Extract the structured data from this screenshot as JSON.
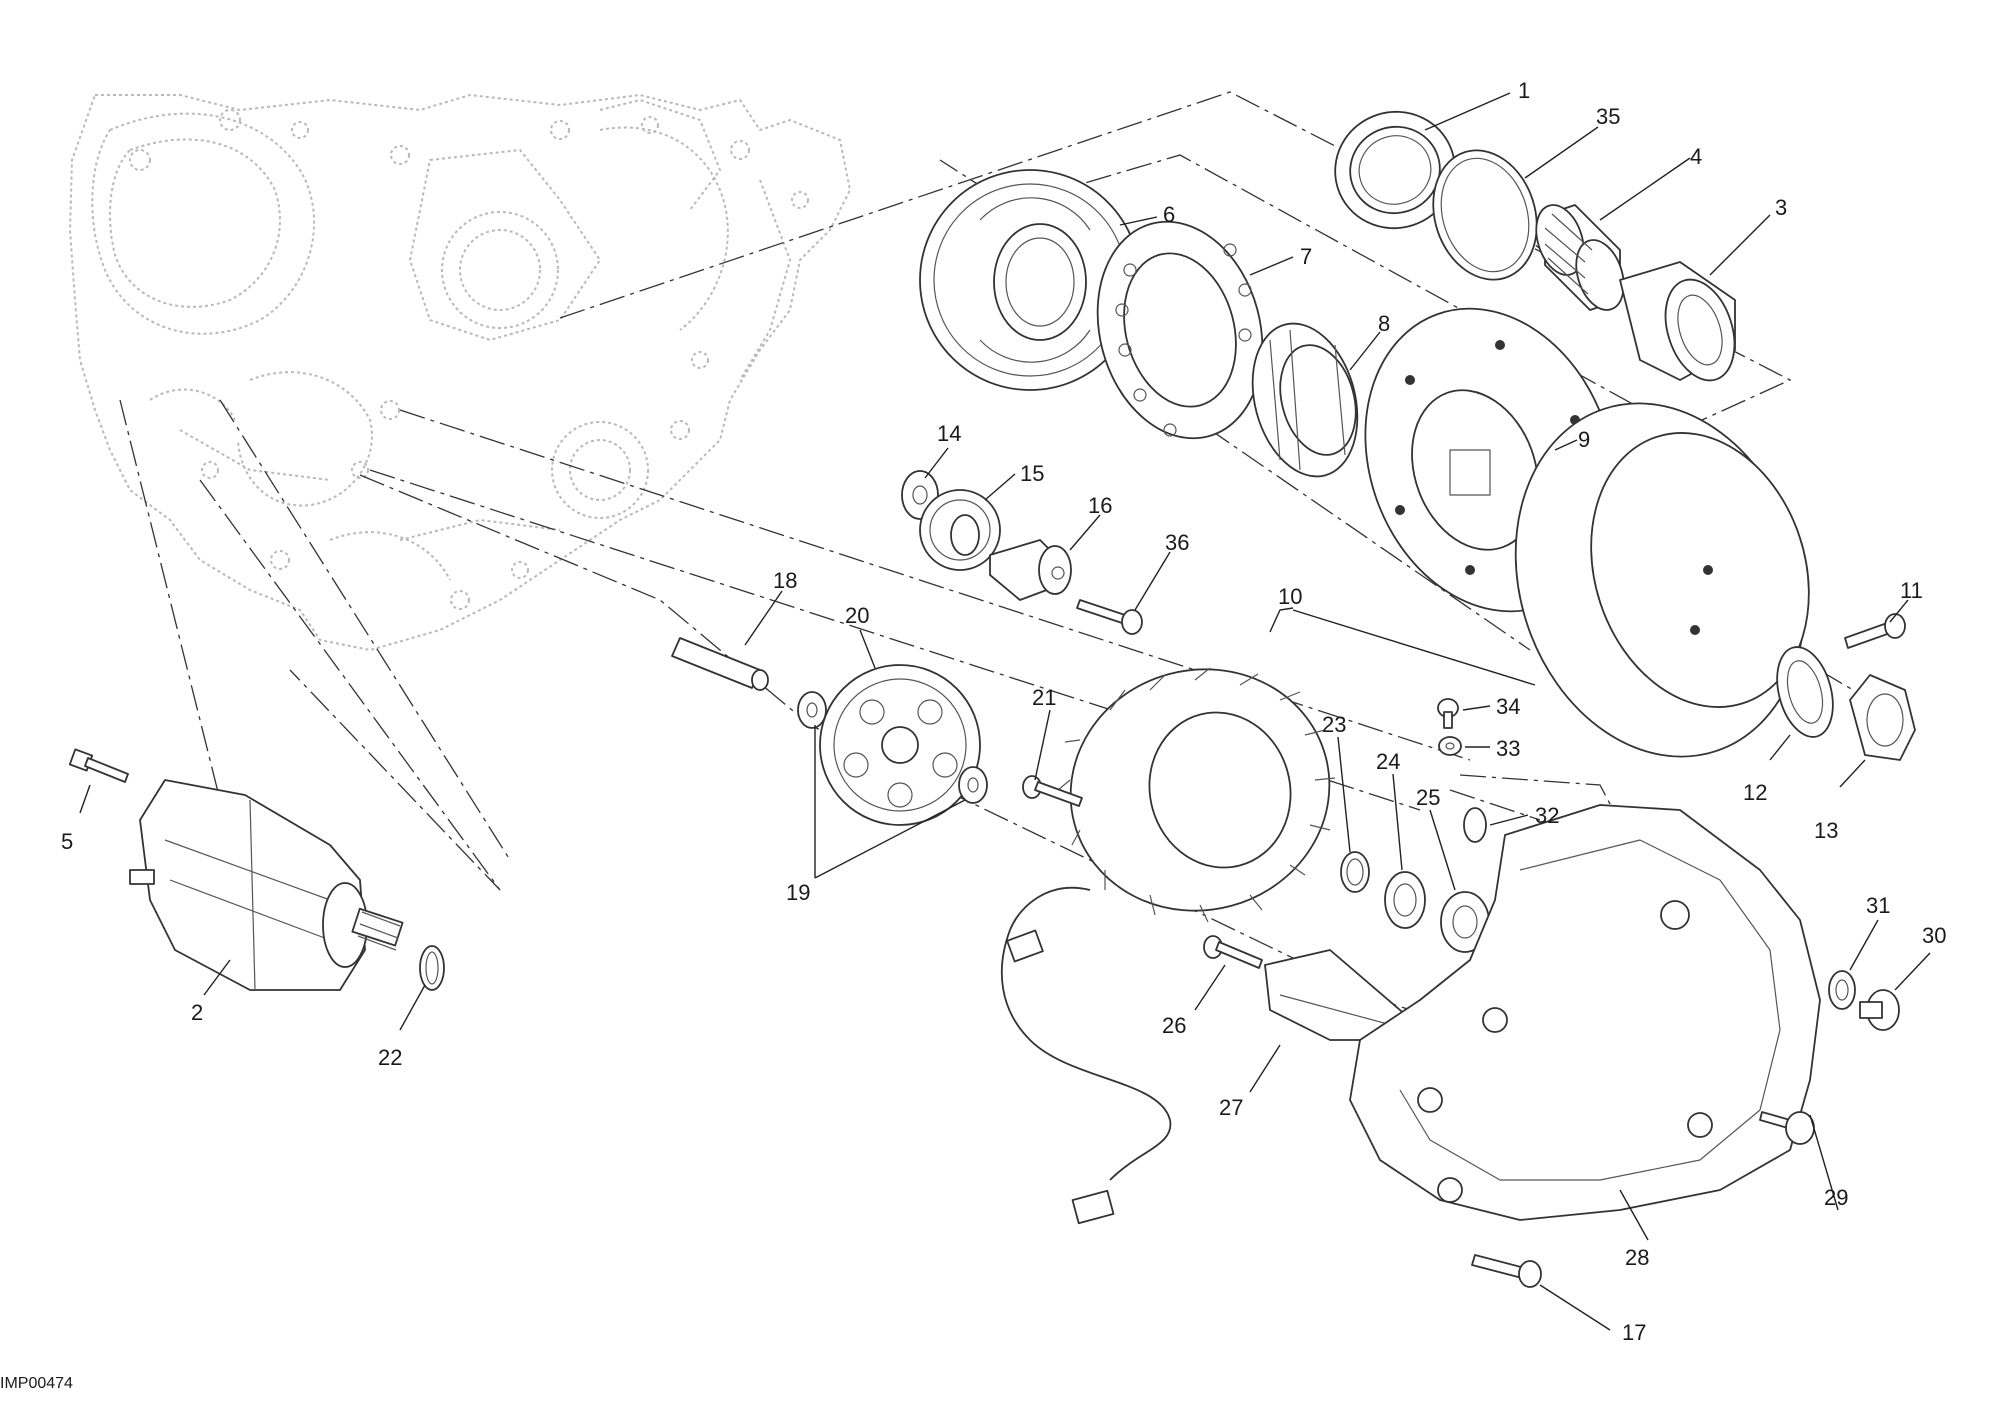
{
  "drawing_code": "IMP00474",
  "callouts": [
    {
      "label": "1"
    },
    {
      "label": "35"
    },
    {
      "label": "4"
    },
    {
      "label": "3"
    },
    {
      "label": "6"
    },
    {
      "label": "7"
    },
    {
      "label": "8"
    },
    {
      "label": "9"
    },
    {
      "label": "14"
    },
    {
      "label": "15"
    },
    {
      "label": "16"
    },
    {
      "label": "36"
    },
    {
      "label": "18"
    },
    {
      "label": "20"
    },
    {
      "label": "10"
    },
    {
      "label": "11"
    },
    {
      "label": "21"
    },
    {
      "label": "34"
    },
    {
      "label": "33"
    },
    {
      "label": "23"
    },
    {
      "label": "24"
    },
    {
      "label": "25"
    },
    {
      "label": "32"
    },
    {
      "label": "12"
    },
    {
      "label": "13"
    },
    {
      "label": "5"
    },
    {
      "label": "19"
    },
    {
      "label": "2"
    },
    {
      "label": "22"
    },
    {
      "label": "26"
    },
    {
      "label": "27"
    },
    {
      "label": "31"
    },
    {
      "label": "30"
    },
    {
      "label": "29"
    },
    {
      "label": "28"
    },
    {
      "label": "17"
    }
  ]
}
